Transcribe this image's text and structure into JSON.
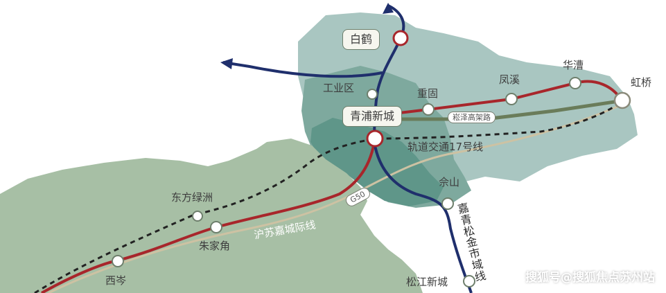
{
  "colors": {
    "region_light": "#a9c6c1",
    "region_mid": "#7aa89e",
    "region_dark": "#5d9488",
    "region_green": "#a6bfa4",
    "line_red": "#a8262b",
    "line_navy": "#1f2f6c",
    "line_olive": "#6a7c5a",
    "line_tan": "#cfc4a6"
  },
  "labels": {
    "baihe": "白鹤",
    "gongyequ": "工业区",
    "qingpu_xincheng": "青浦新城",
    "zhonggu": "重固",
    "fengxi": "凤溪",
    "huacao": "华漕",
    "hongqiao": "虹桥",
    "zongze_road": "崧泽高架路",
    "line17": "轨道交通17号线",
    "sheshan": "佘山",
    "g50": "G50",
    "dongfang_lvzhou": "东方绿洲",
    "zhujiajiao": "朱家角",
    "husu_line": "沪苏嘉城际线",
    "xicen": "西岑",
    "songjiang_xincheng": "松江新城",
    "jiaqing_line": "嘉青松金市域线",
    "watermark": "搜狐号@搜狐焦点苏州站"
  }
}
